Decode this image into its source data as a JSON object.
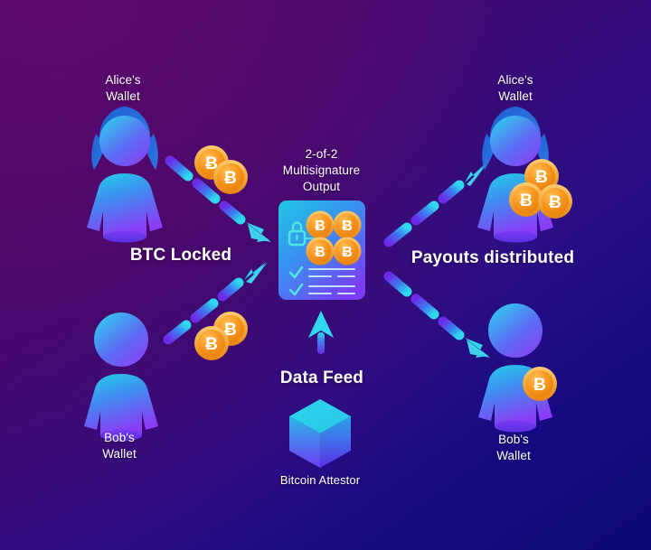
{
  "diagram": {
    "title": "Bitcoin 2-of-2 Multisignature DLC Flow",
    "background": {
      "from": "#4a0060",
      "mid": "#2a0e86",
      "to": "#0d0873"
    },
    "palette": {
      "bitcoin_orange": "#f7931a",
      "bitcoin_orange_dark": "#e07c0a",
      "cyan": "#22d3ee",
      "blue": "#2f7ff0",
      "violet": "#6b2ce8",
      "white": "#ffffff"
    }
  },
  "labels": {
    "alice_left": "Alice's\nWallet",
    "alice_left_line1": "Alice's",
    "alice_left_line2": "Wallet",
    "bob_left_line1": "Bob's",
    "bob_left_line2": "Wallet",
    "alice_right_line1": "Alice's",
    "alice_right_line2": "Wallet",
    "bob_right_line1": "Bob's",
    "bob_right_line2": "Wallet",
    "btc_locked": "BTC Locked",
    "payouts_distributed": "Payouts distributed",
    "data_feed": "Data Feed",
    "bitcoin_attestor": "Bitcoin Attestor",
    "multisig_line1": "2-of-2",
    "multisig_line2": "Multisignature",
    "multisig_line3": "Output"
  },
  "coins": {
    "symbol": "Ƀ",
    "alice_left_count": 2,
    "bob_left_count": 2,
    "alice_right_count": 3,
    "bob_right_count": 1,
    "card_count": 4
  },
  "card": {
    "lock_icon": "lock-icon",
    "check_rows": 2,
    "coin_grid": "2x2"
  },
  "arrows": [
    {
      "name": "alice-to-multisig",
      "direction": "down-right",
      "style": "dashed"
    },
    {
      "name": "bob-to-multisig",
      "direction": "up-right",
      "style": "dashed"
    },
    {
      "name": "multisig-to-alice",
      "direction": "up-right",
      "style": "dashed"
    },
    {
      "name": "multisig-to-bob",
      "direction": "down-right",
      "style": "dashed"
    },
    {
      "name": "attestor-to-multisig",
      "direction": "up",
      "style": "solid"
    }
  ]
}
